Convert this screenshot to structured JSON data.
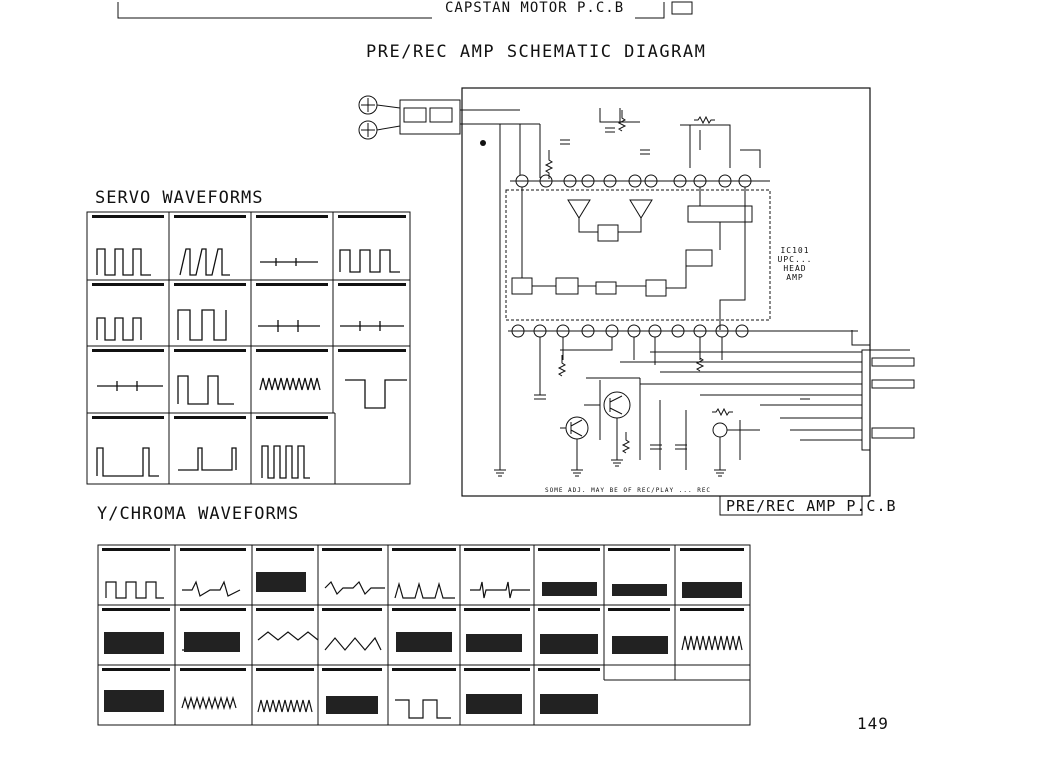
{
  "header": {
    "top_title": "CAPSTAN MOTOR P.C.B",
    "main_title": "PRE/REC AMP SCHEMATIC DIAGRAM"
  },
  "servo": {
    "title": "SERVO WAVEFORMS"
  },
  "ychroma": {
    "title": "Y/CHROMA WAVEFORMS"
  },
  "schematic": {
    "pcb_label": "PRE/REC AMP P.C.B",
    "ic_label": "IC101 UPC... HEAD AMP",
    "note": "SOME ADJ. MAY BE OF REC/PLAY ... REC"
  },
  "page_number": "149"
}
